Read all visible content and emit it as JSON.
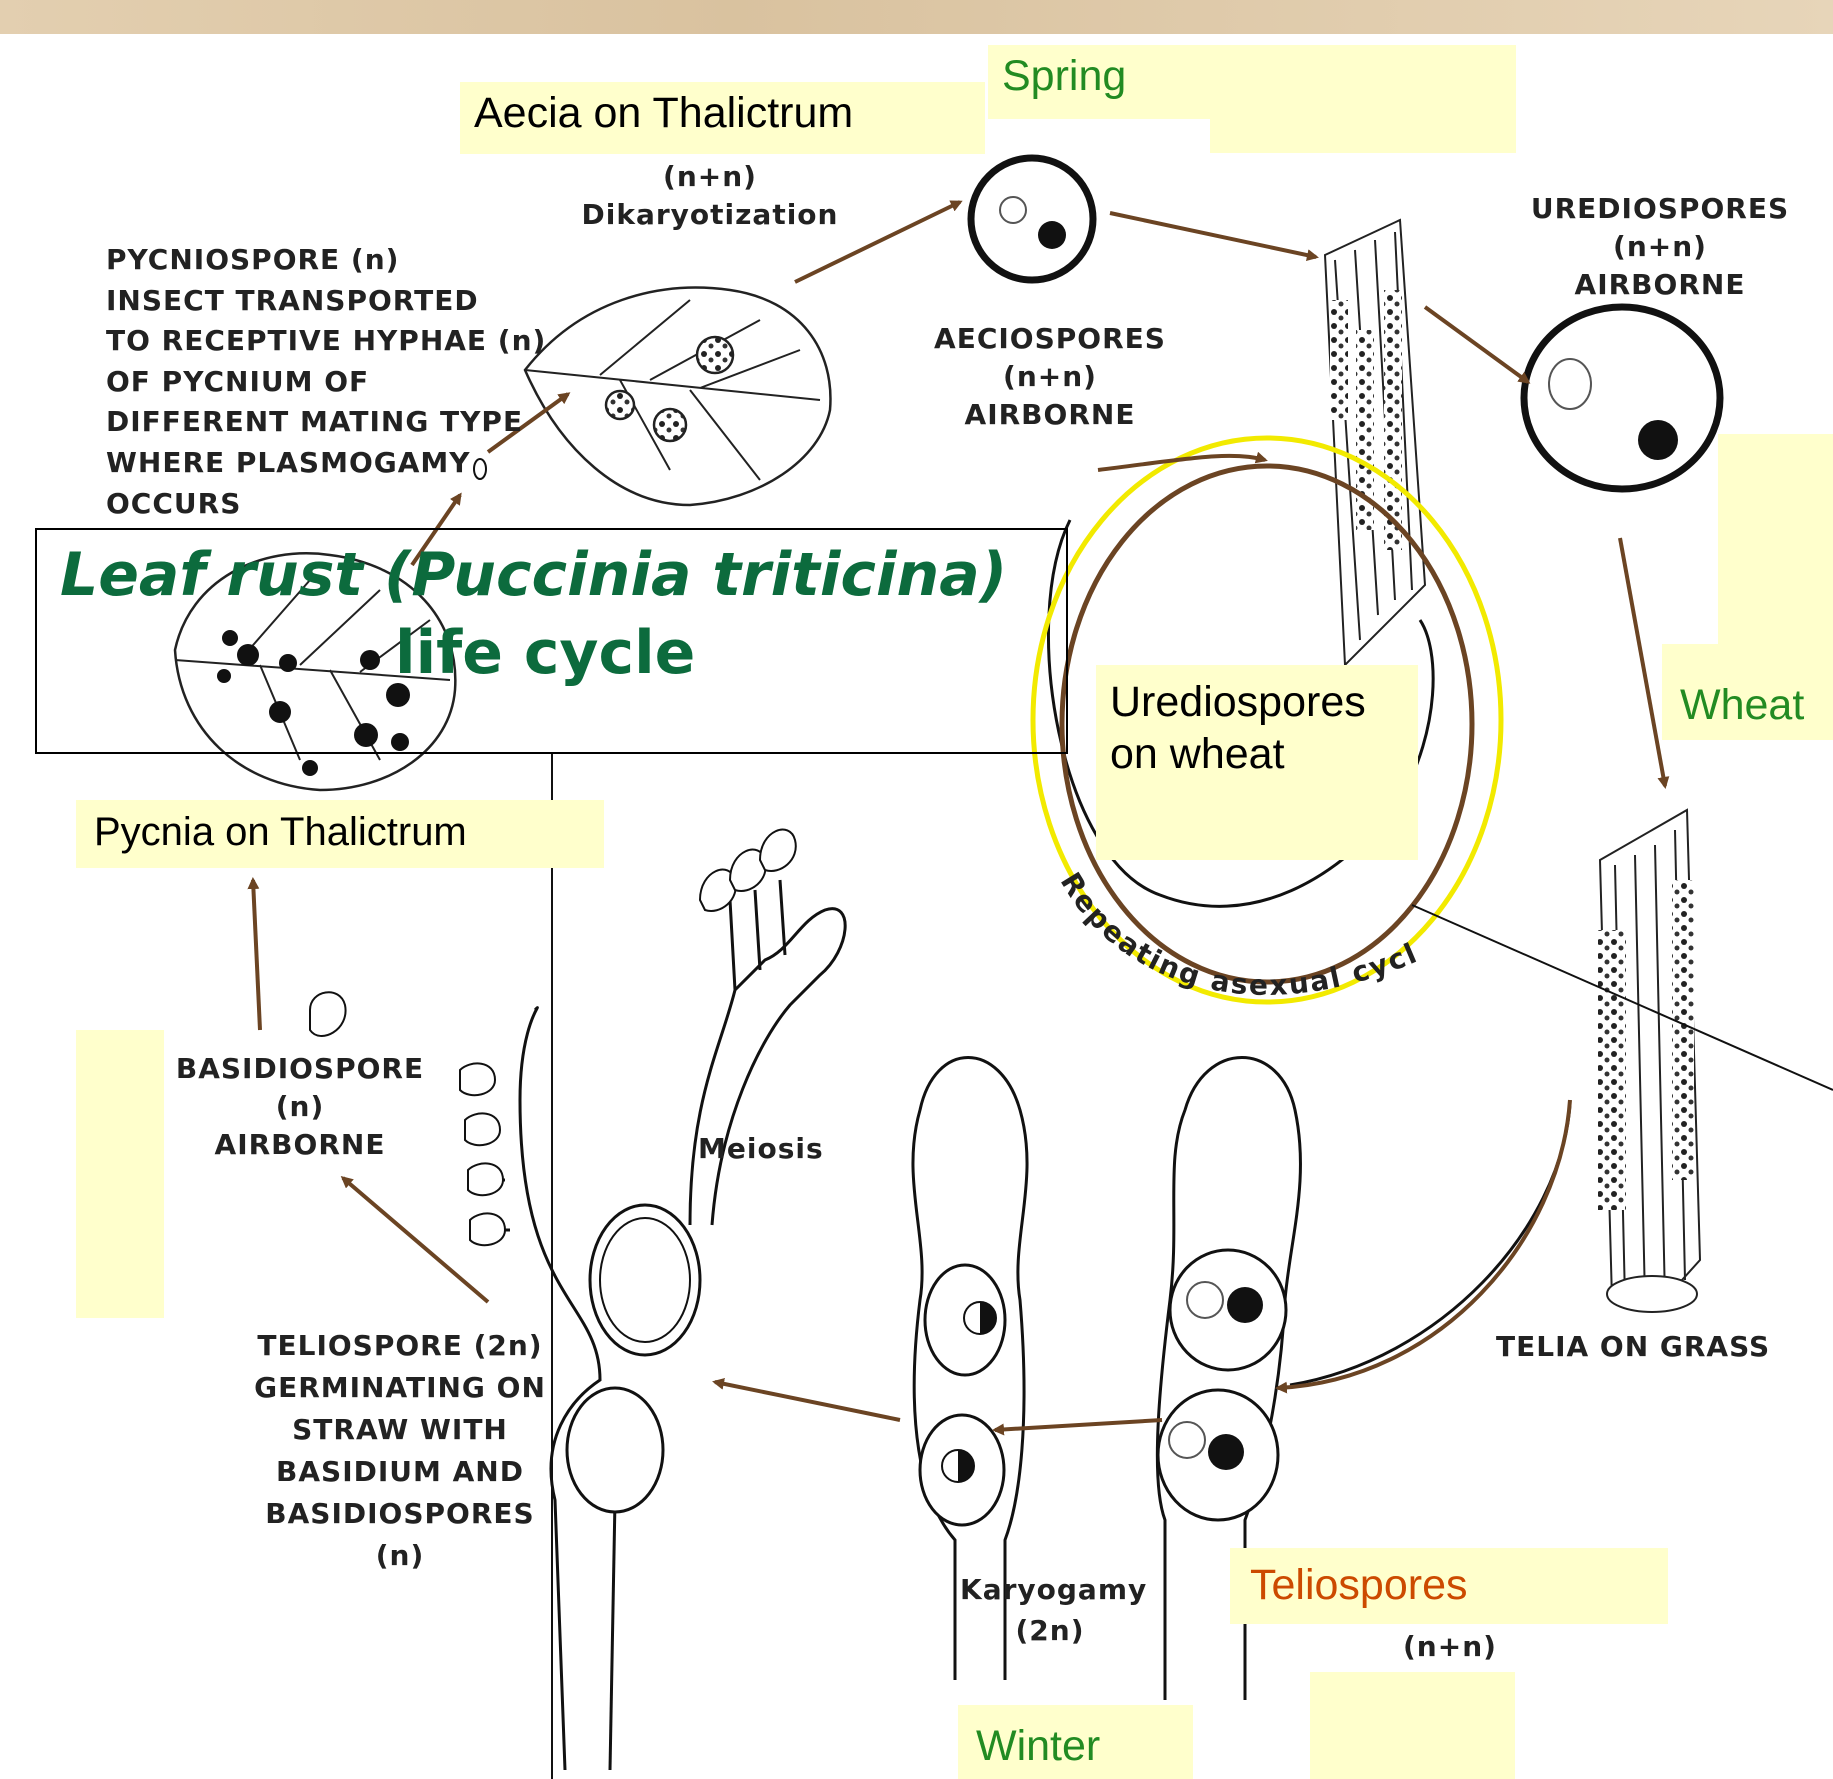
{
  "title": {
    "line1": "Leaf rust (Puccinia triticina)",
    "line2": "life cycle"
  },
  "notes": {
    "aecia": "Aecia on Thalictrum",
    "spring": "Spring",
    "wheat": "Wheat",
    "urediospores_on_wheat_1": "Urediospores",
    "urediospores_on_wheat_2": "on wheat",
    "pycnia": "Pycnia on Thalictrum",
    "teliospores": "Teliospores",
    "winter": "Winter"
  },
  "labels": {
    "dikaryotization_1": "(n+n)",
    "dikaryotization_2": "Dikaryotization",
    "pycniospore": [
      "PYCNIOSPORE (n)",
      "INSECT TRANSPORTED",
      "TO RECEPTIVE HYPHAE (n)",
      "OF PYCNIUM OF",
      "DIFFERENT MATING TYPE",
      "WHERE PLASMOGAMY",
      "OCCURS"
    ],
    "aeciospores": [
      "AECIOSPORES",
      "(n+n)",
      "AIRBORNE"
    ],
    "urediospores": [
      "UREDIOSPORES",
      "(n+n)",
      "AIRBORNE"
    ],
    "basidiospore": [
      "BASIDIOSPORE",
      "(n)",
      "AIRBORNE"
    ],
    "teliospore_germ": [
      "TELIOSPORE (2n)",
      "GERMINATING ON",
      "STRAW WITH",
      "BASIDIUM AND",
      "BASIDIOSPORES (n)"
    ],
    "meiosis": "Meiosis",
    "karyogamy_1": "Karyogamy",
    "karyogamy_2": "(2n)",
    "telia": "TELIA ON GRASS",
    "teliospores_nn": "(n+n)",
    "repeating": "Repeating asexual cycle"
  },
  "colors": {
    "arrow": "#6b4423",
    "title": "#0c6b3d",
    "note_bg": "#ffffcc",
    "highlight_ring": "#f2ea00",
    "green_text": "#228b22",
    "orange_text": "#cc4a00"
  }
}
